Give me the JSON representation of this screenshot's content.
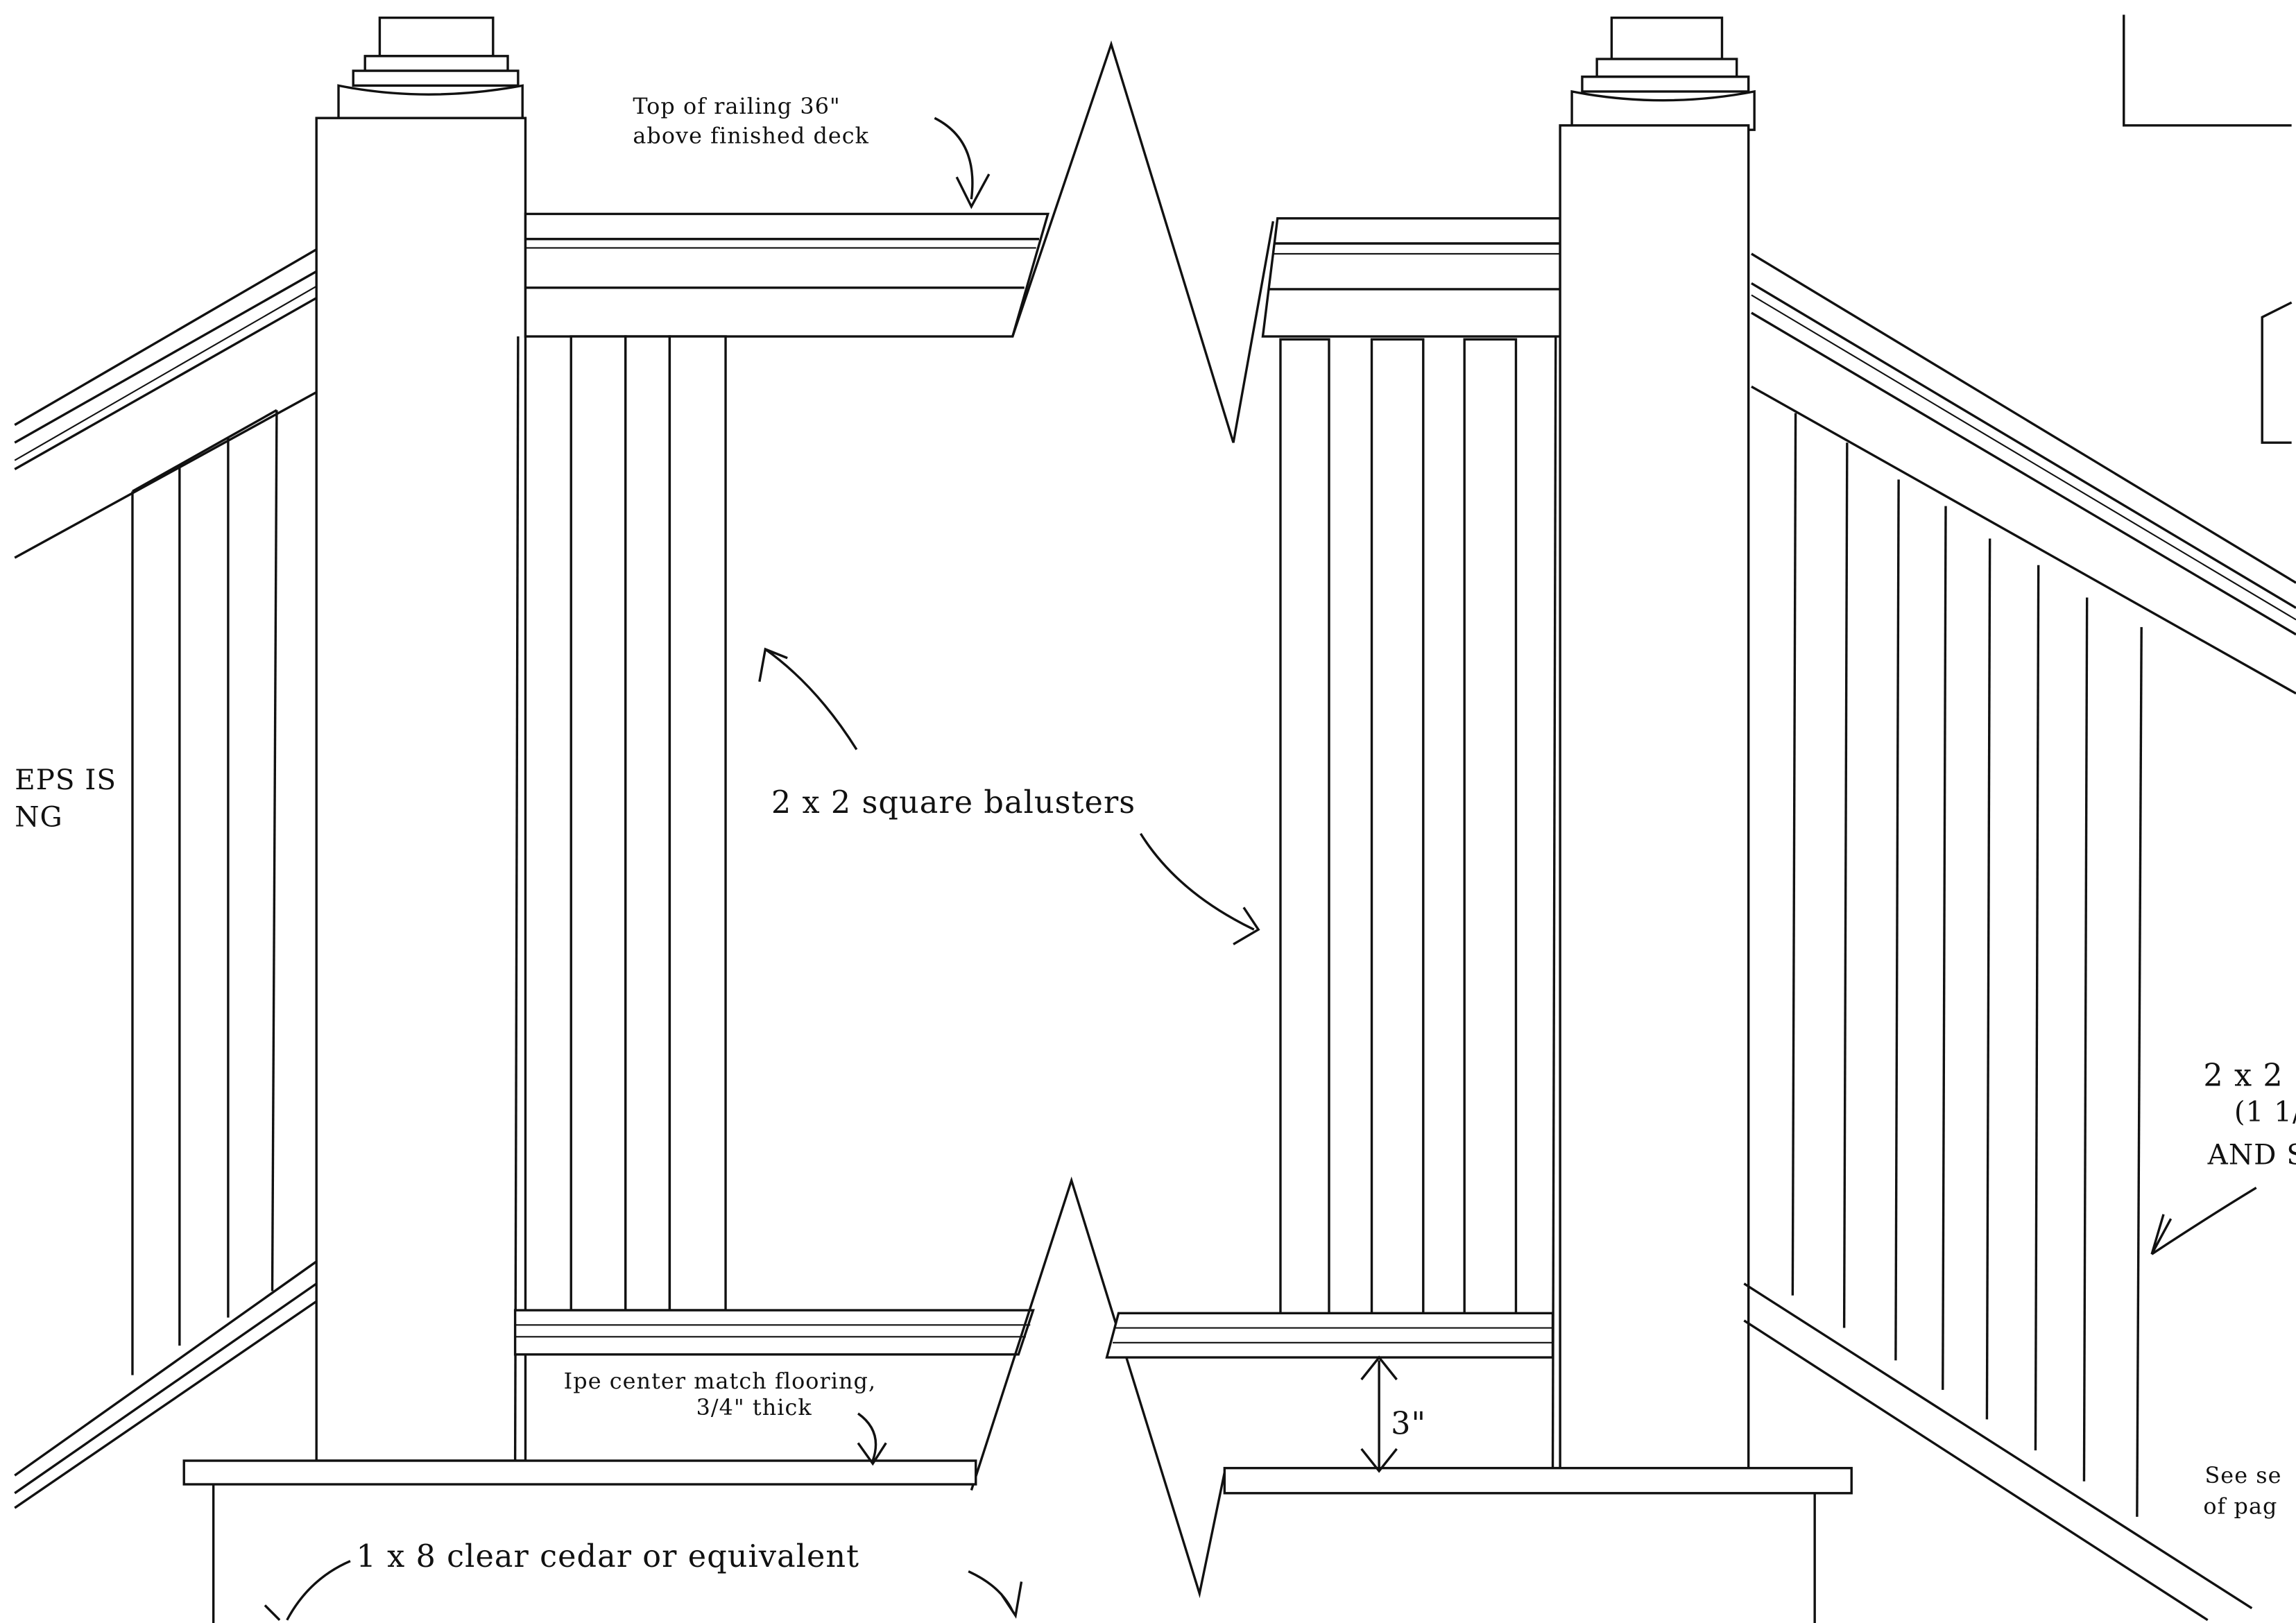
{
  "drawing": {
    "title": "Deck railing elevation detail",
    "labels": {
      "top_railing_line1": "Top of railing 36\"",
      "top_railing_line2": "above finished deck",
      "balusters": "2 x 2 square balusters",
      "flooring_line1": "Ipe center match flooring,",
      "flooring_line2": "3/4\" thick",
      "gap": "3\"",
      "fascia": "1 x 8 clear cedar or equivalent",
      "left_cut_line1": "EPS IS",
      "left_cut_line2": "NG",
      "right_cut_line1": "2 x 2",
      "right_cut_line2": "(1 1/",
      "right_cut_line3": "AND S",
      "right_cut_line4": "See se",
      "right_cut_line5": "of pag"
    }
  }
}
